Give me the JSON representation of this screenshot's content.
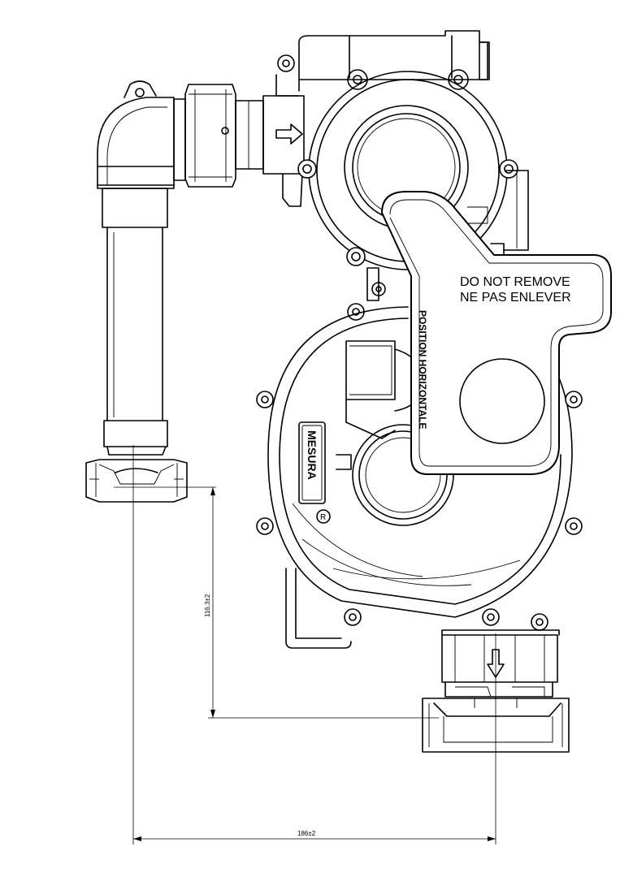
{
  "label_warning_en": "DO NOT REMOVE",
  "label_warning_fr": "NE PAS ENLEVER",
  "label_position": "POSITION HORIZONTALE",
  "brand": "MESURA",
  "registered_mark": "R",
  "dim_vertical": "116,3±2",
  "dim_horizontal": "186±2"
}
